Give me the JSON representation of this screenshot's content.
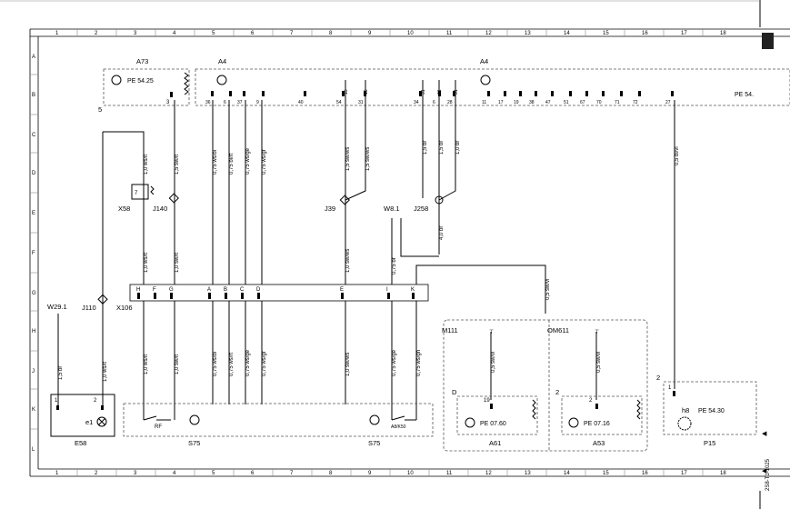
{
  "grid": {
    "columns": [
      "1",
      "2",
      "3",
      "4",
      "5",
      "6",
      "7",
      "8",
      "9",
      "10",
      "11",
      "12",
      "13",
      "14",
      "15",
      "16",
      "17",
      "18"
    ],
    "rows": [
      "A",
      "B",
      "C",
      "D",
      "E",
      "F",
      "G",
      "H",
      "J",
      "K",
      "L"
    ]
  },
  "components": {
    "a73": {
      "label": "A73",
      "ref": "PE 54.25"
    },
    "a4_left": {
      "label": "A4"
    },
    "a4_right": {
      "label": "A4"
    },
    "m5": {
      "label": "5"
    },
    "x58": {
      "label": "X58",
      "pin": "7"
    },
    "j140": {
      "label": "J140"
    },
    "j39": {
      "label": "J39"
    },
    "w8_1": {
      "label": "W8.1"
    },
    "j258": {
      "label": "J258"
    },
    "w29_1": {
      "label": "W29.1"
    },
    "j110": {
      "label": "J110"
    },
    "x106": {
      "label": "X106"
    },
    "m111": {
      "label": "M111"
    },
    "om611": {
      "label": "OM611"
    },
    "e58": {
      "label": "E58",
      "sub": "e1",
      "pins": [
        "1",
        "2"
      ]
    },
    "s75a": {
      "label": "S75",
      "sub": "RF"
    },
    "s75b": {
      "label": "S75",
      "sub": "A8/K50"
    },
    "a61": {
      "label": "A61",
      "ref": "PE 07.60",
      "pin": "19",
      "tag": "D"
    },
    "a53": {
      "label": "A53",
      "ref": "PE 07.16",
      "pin": "2",
      "tag": "2"
    },
    "p15": {
      "label": "P15",
      "ref": "PE 54.30",
      "sub": "h8",
      "pin": "1",
      "tag": "2"
    }
  },
  "a4_pins": [
    "36",
    "6",
    "37",
    "9",
    "40",
    "54",
    "31",
    "34",
    "6",
    "28",
    "11",
    "17",
    "19",
    "38",
    "47",
    "51",
    "67",
    "70",
    "71",
    "72",
    "27"
  ],
  "a4_top_pins": [
    "15",
    "15",
    "31",
    "31",
    "31"
  ],
  "a73_pin": "3",
  "x106_pins": [
    "H",
    "F",
    "G",
    "A",
    "B",
    "C",
    "D",
    "E",
    "I",
    "K"
  ],
  "wires_upper": [
    "1,0 ws/lt",
    "1,5 sw/lt",
    "0,75 ws/bl",
    "0,75 bl/rt",
    "0,75 ws/ge",
    "0,75 ws/gr",
    "1,5 sw/ws",
    "1,5 sw/ws",
    "1,5 br",
    "1,5 br",
    "1,0 br",
    "0,5 bl/vi"
  ],
  "wires_mid": [
    "1,0 ws/lt",
    "1,0 sw/lt",
    "1,0 sw/ws",
    "0,75 br",
    "4,0 br",
    "0,5 sw/vi"
  ],
  "wires_lower": [
    "1,5 br",
    "1,0 ws/lt",
    "1,0 ws/lt",
    "1,0 sw/lt",
    "0,75 ws/bl",
    "0,75 ws/rt",
    "0,75 ws/ge",
    "0,75 ws/gr",
    "1,0 sw/ws",
    "0,75 ws/ge",
    "0,75 ws/gn",
    "0,5 sw/vi",
    "0,5 sw/vi"
  ],
  "side_text": "2S8-T1-1025"
}
